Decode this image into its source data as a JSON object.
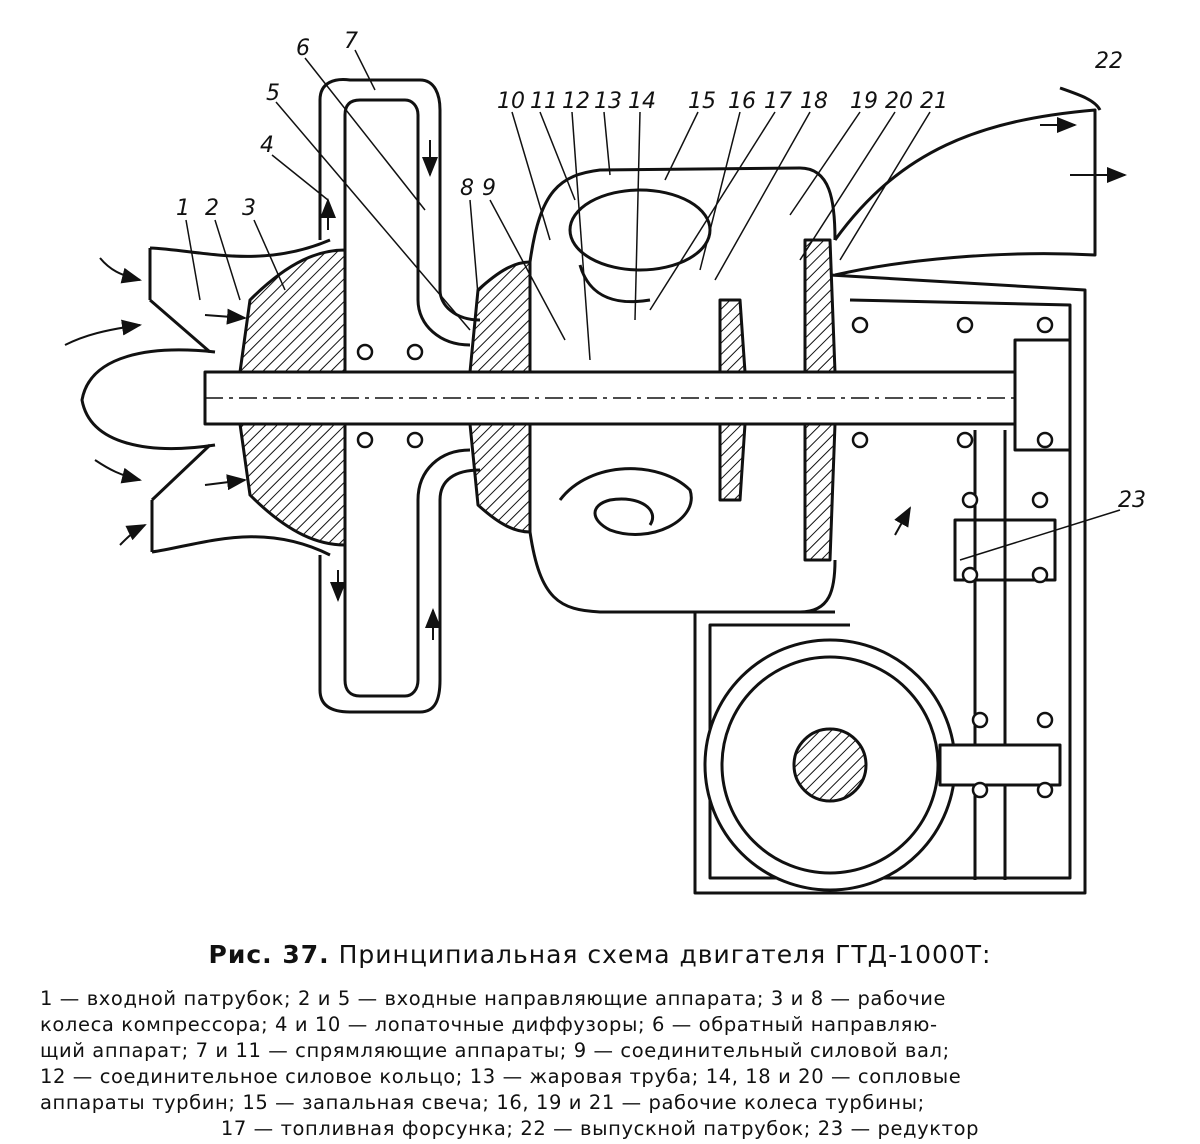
{
  "figure": {
    "labels": [
      "1",
      "2",
      "3",
      "4",
      "5",
      "6",
      "7",
      "8",
      "9",
      "10",
      "11",
      "12",
      "13",
      "14",
      "15",
      "16",
      "17",
      "18",
      "19",
      "20",
      "21",
      "22",
      "23"
    ],
    "caption_prefix": "Рис. 37.",
    "caption_title": "Принципиальная схема двигателя ГТД-1000Т:",
    "legend_lines": [
      "1 — входной патрубок; 2 и 5 — входные направляющие аппарата; 3 и 8 — рабочие",
      "колеса компрессора; 4 и 10 — лопаточные диффузоры; 6 — обратный направляю-",
      "щий аппарат; 7 и 11 — спрямляющие аппараты; 9 — соединительный силовой вал;",
      "12 — соединительное силовое кольцо; 13 — жаровая труба; 14, 18 и 20 — сопловые",
      "аппараты турбин; 15 — запальная свеча; 16, 19 и 21 — рабочие колеса турбины;",
      "17 — топливная форсунка; 22 — выпускной патрубок; 23 — редуктор"
    ]
  }
}
